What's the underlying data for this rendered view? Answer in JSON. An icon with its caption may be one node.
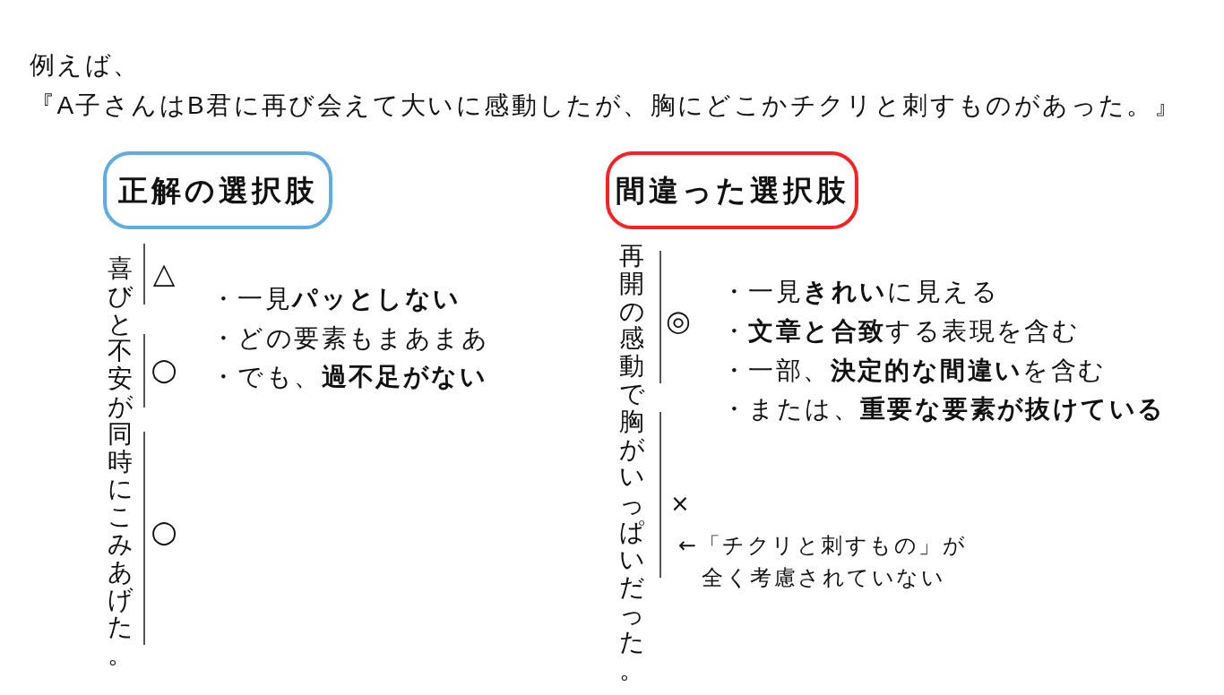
{
  "diagram": {
    "nodes": [
      {
        "text": [
          "正解の選択肢"
        ]
      },
      {
        "text": [
          "間違った選択肢"
        ]
      }
    ],
    "labels": [
      "例えば、",
      "『A子さんはB君に再び会えて大いに感動したが、胸にどこかチクリと刺すものがあった。』",
      "喜びと不安が同時にこみあげた。",
      "△",
      "・一見**パッとしない**",
      "・どの要素もまあまあ",
      "・でも、**過不足がない**",
      "○",
      "○",
      "再開の感動で胸がいっぱいだった。",
      "・一見**きれい**に見える",
      "・**文章と合致**する表現を含む",
      "◎",
      "・一部、**決定的な間違い**を含む",
      "・または、**重要な要素が抜けている**",
      "×",
      "←「チクリと刺すもの」が全く考慮されていない"
    ]
  }
}
